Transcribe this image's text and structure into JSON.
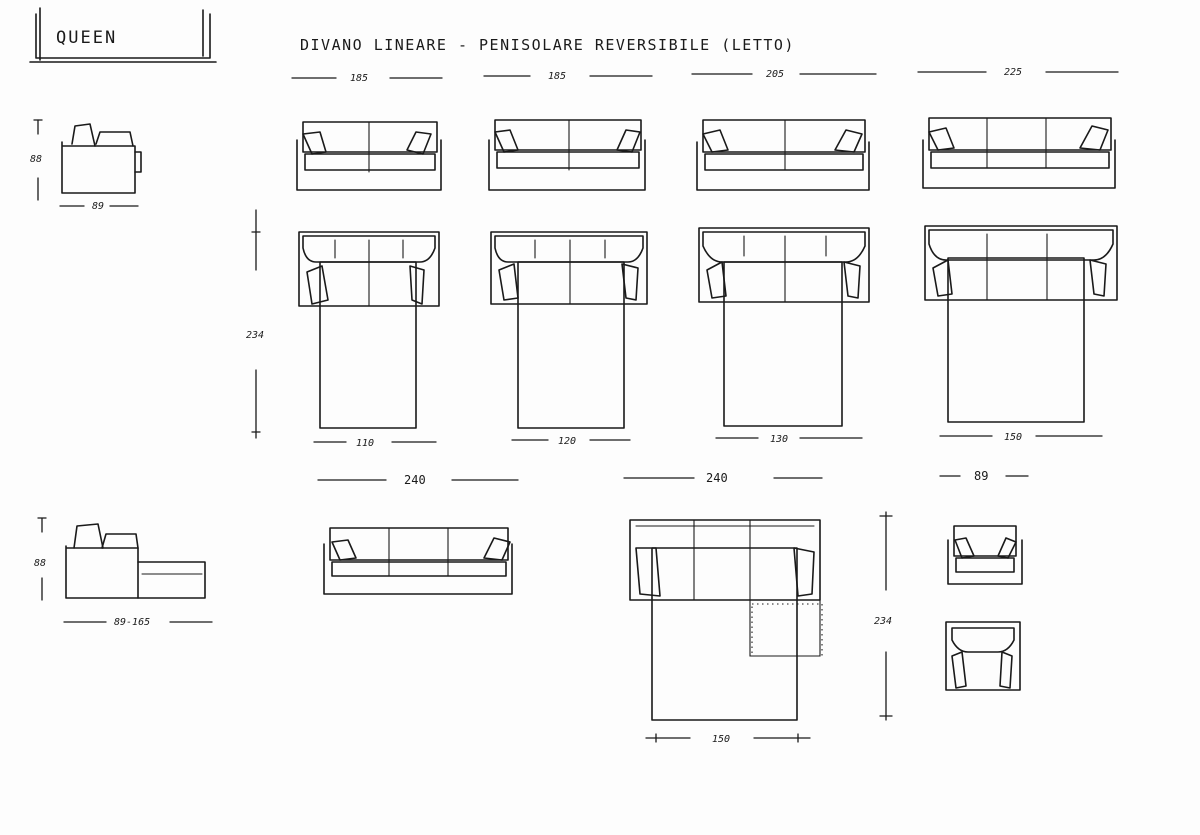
{
  "title_box": {
    "label": "QUEEN"
  },
  "heading": "DIVANO LINEARE - PENISOLARE REVERSIBILE (LETTO)",
  "dims": {
    "side_height": "88",
    "side_depth": "89",
    "bed_length": "234",
    "widths": [
      "185",
      "185",
      "205",
      "225"
    ],
    "bed_widths": [
      "110",
      "120",
      "130",
      "150"
    ],
    "width_240_a": "240",
    "width_240_b": "240",
    "armchair_depth": "89",
    "lower_side_height": "88",
    "lower_side_depth": "89-165",
    "peninsula_bed_length": "234",
    "peninsula_bed_width": "150"
  }
}
